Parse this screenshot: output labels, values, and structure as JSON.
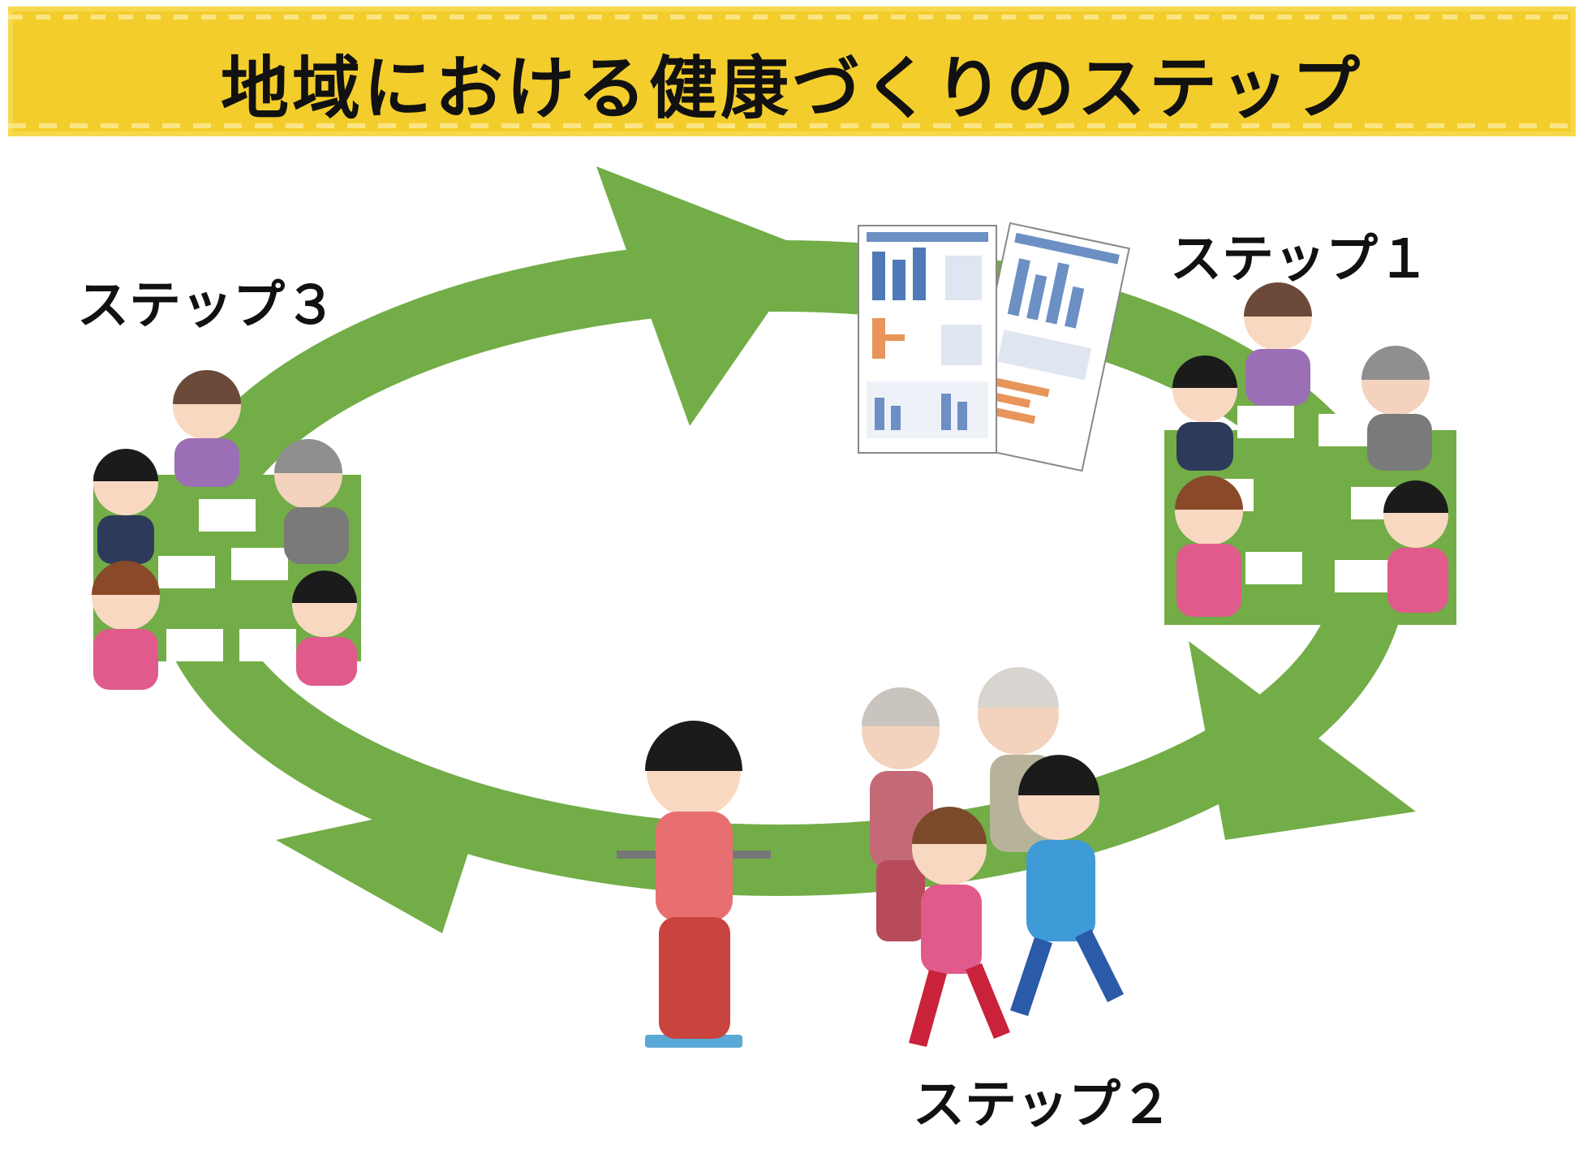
{
  "header": {
    "title": "地域における健康づくりのステップ"
  },
  "steps": [
    {
      "label": "ステップ１"
    },
    {
      "label": "ステップ２"
    },
    {
      "label": "ステップ３"
    }
  ],
  "colors": {
    "banner": "#f3cd2c",
    "cycle_arrow": "#72ad47",
    "text": "#111111"
  },
  "icons": {
    "meeting_group": "meeting-table-icon",
    "documents": "report-document-icon",
    "exercise": "walking-group-icon",
    "scale": "body-scale-icon"
  }
}
